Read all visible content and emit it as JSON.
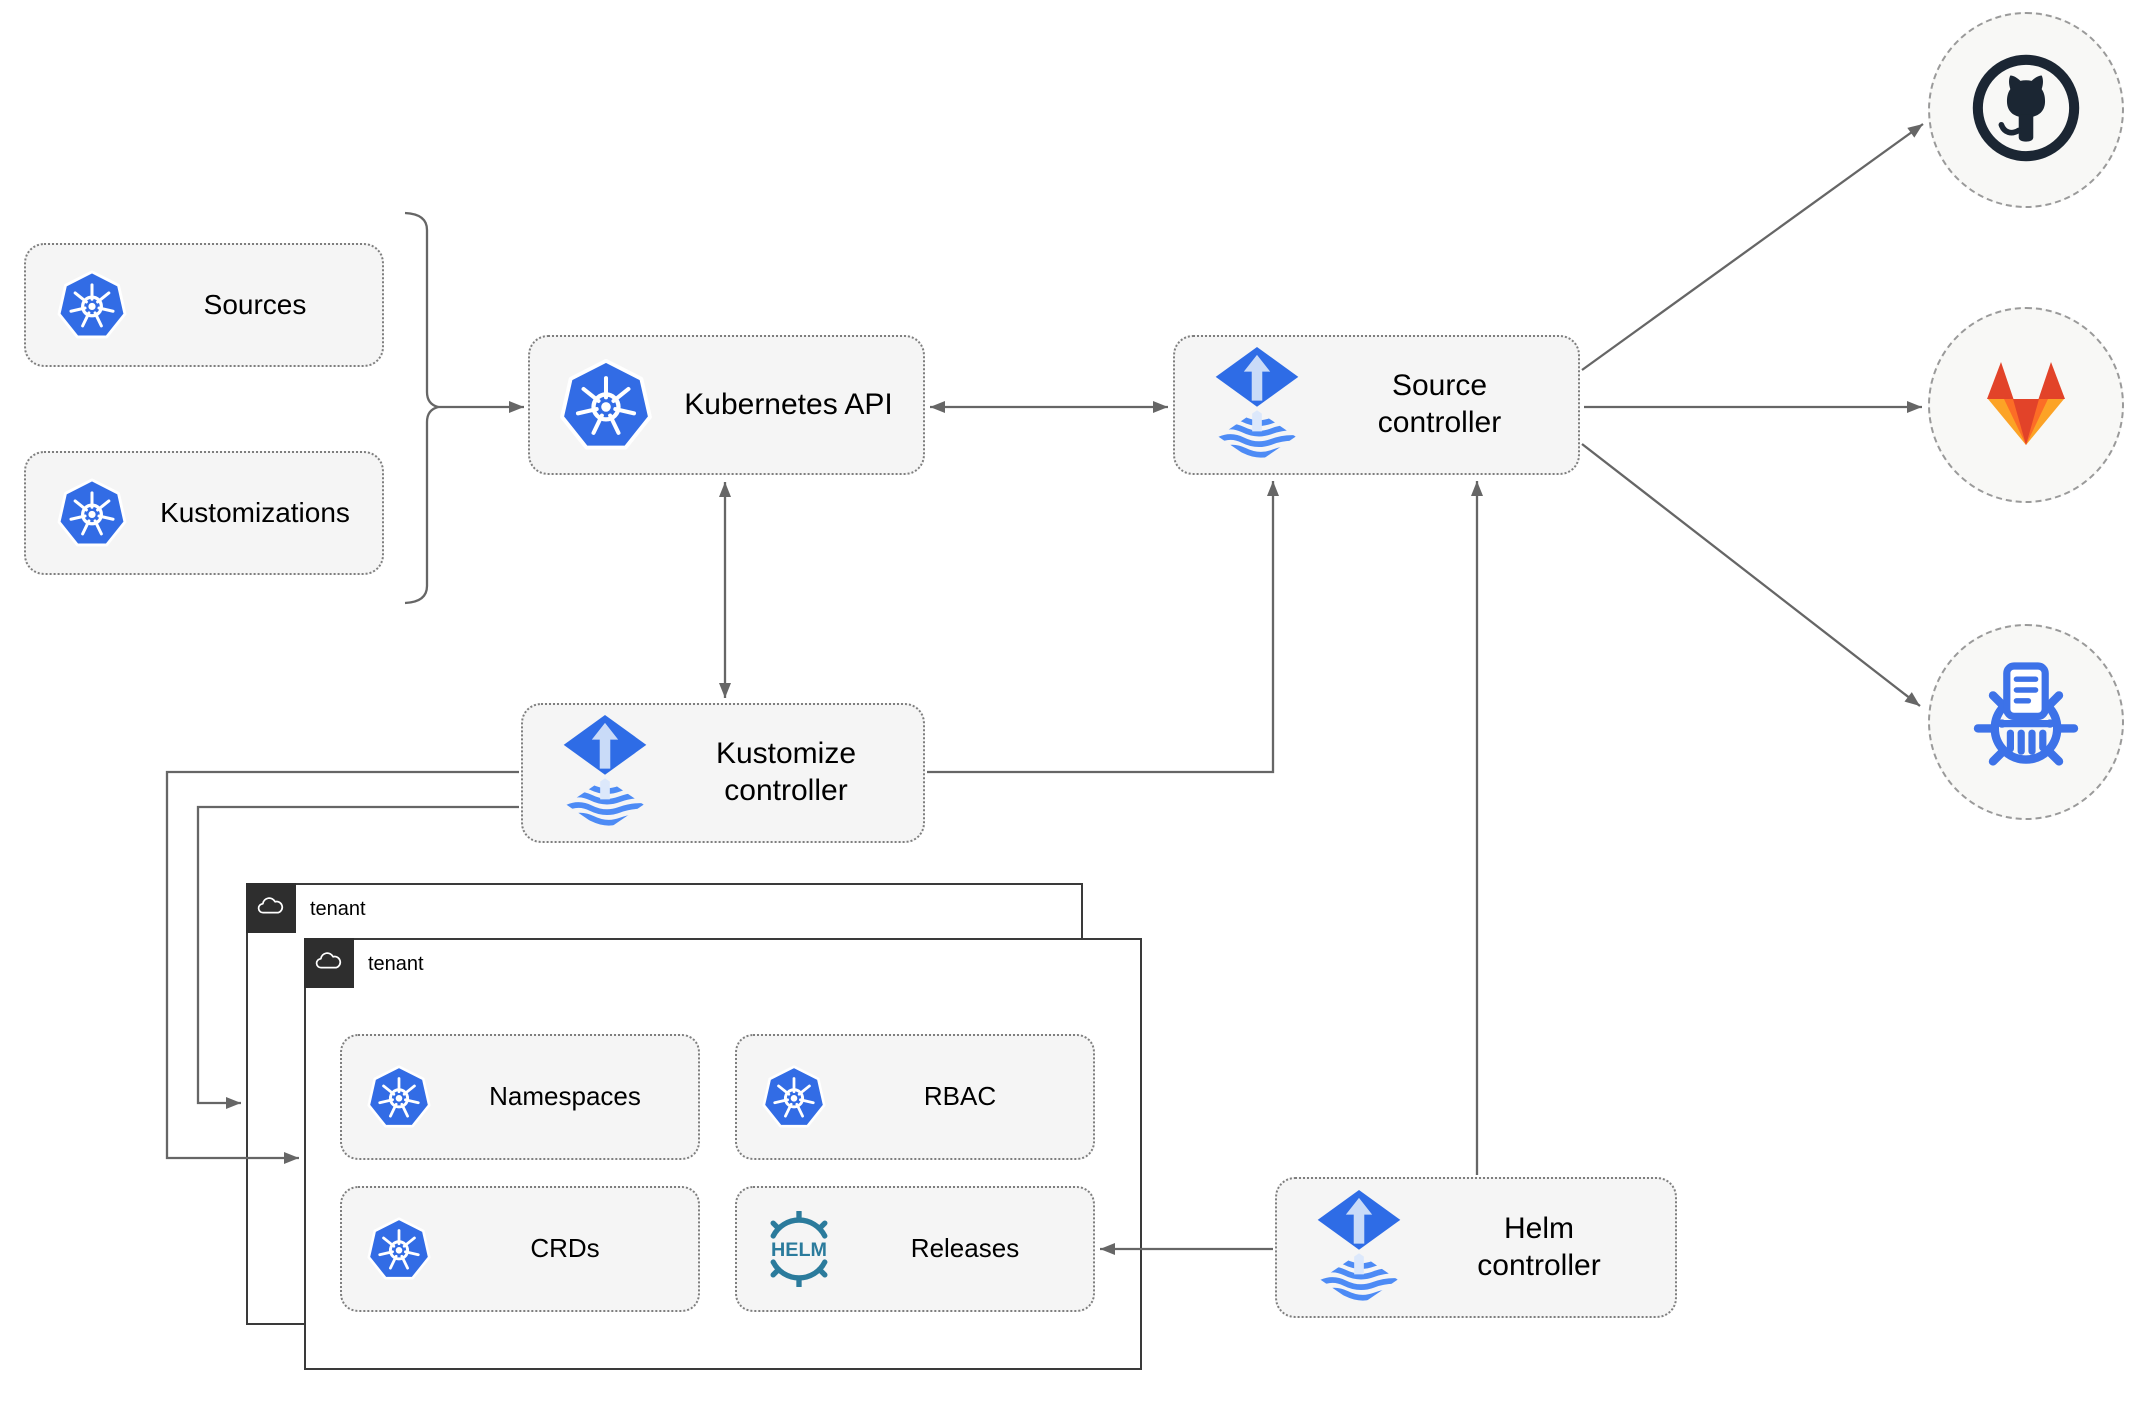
{
  "colors": {
    "kubernetes_blue": "#326ce5",
    "flux_blue": "#2e6ce6",
    "flux_wave_blue": "#4d8bf5",
    "helm_teal": "#2b7b9c",
    "github_dark": "#1b2633",
    "gitlab_red": "#e24329",
    "gitlab_orange": "#fc6d26",
    "gitlab_light_orange": "#fca326",
    "chart_repo_blue": "#3d72e8",
    "arrow_gray": "#666666",
    "node_fill": "#f5f5f5",
    "tenant_header_dark": "#2e2e2e"
  },
  "icons": {
    "helm_logo_text": "HELM"
  },
  "resources": {
    "sources": {
      "label": "Sources"
    },
    "kustomizations": {
      "label": "Kustomizations"
    }
  },
  "nodes": {
    "kubernetes_api": {
      "label": "Kubernetes API"
    },
    "source_controller": {
      "label": "Source controller"
    },
    "kustomize_controller": {
      "label": "Kustomize controller"
    },
    "helm_controller": {
      "label": "Helm controller"
    }
  },
  "tenants": {
    "outer": {
      "label": "tenant"
    },
    "inner": {
      "label": "tenant",
      "items": [
        {
          "label": "Namespaces",
          "icon": "kubernetes-icon"
        },
        {
          "label": "RBAC",
          "icon": "kubernetes-icon"
        },
        {
          "label": "CRDs",
          "icon": "kubernetes-icon"
        },
        {
          "label": "Releases",
          "icon": "helm-logo-icon"
        }
      ]
    }
  },
  "remotes": [
    {
      "name": "github-icon"
    },
    {
      "name": "gitlab-icon"
    },
    {
      "name": "helm-repository-icon"
    }
  ]
}
